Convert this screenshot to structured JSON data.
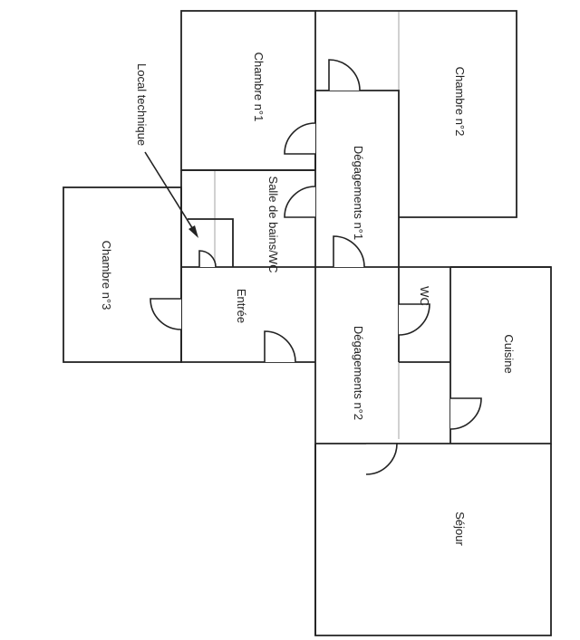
{
  "diagram": {
    "colors": {
      "wall": "#222222",
      "partition": "#bdbdbd",
      "background": "#ffffff"
    },
    "rooms": [
      {
        "id": "chambre-1",
        "label": "Chambre n°1"
      },
      {
        "id": "chambre-2",
        "label": "Chambre n°2"
      },
      {
        "id": "chambre-3",
        "label": "Chambre n°3"
      },
      {
        "id": "degagements-1",
        "label": "Dégagements n°1"
      },
      {
        "id": "degagements-2",
        "label": "Dégagements n°2"
      },
      {
        "id": "salle-de-bains",
        "label": "Salle de bains/WC"
      },
      {
        "id": "entree",
        "label": "Entrée"
      },
      {
        "id": "wc",
        "label": "WC"
      },
      {
        "id": "cuisine",
        "label": "Cuisine"
      },
      {
        "id": "sejour",
        "label": "Séjour"
      }
    ],
    "callout": {
      "label": "Local technique"
    }
  }
}
